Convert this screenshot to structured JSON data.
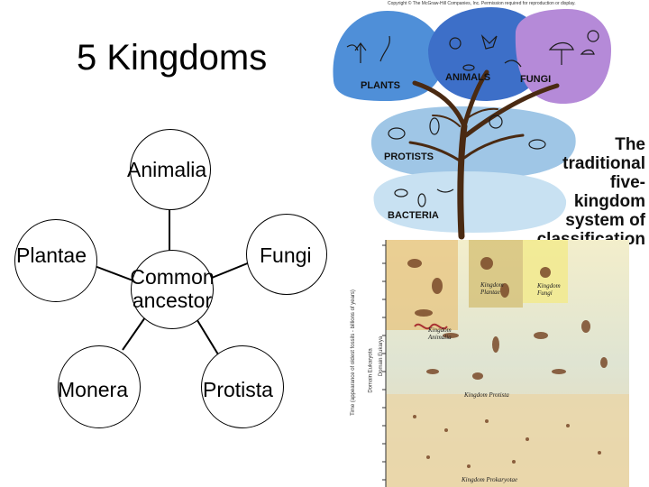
{
  "slide": {
    "title": "5 Kingdoms"
  },
  "diagram": {
    "nodes": {
      "animalia": "Animalia",
      "plantae": "Plantae",
      "fungi": "Fungi",
      "center": [
        "Common",
        "ancestor"
      ],
      "monera": "Monera",
      "protista": "Protista"
    }
  },
  "figure_top": {
    "copyright": "Copyright © The McGraw-Hill Companies, Inc. Permission required for reproduction or display.",
    "blobs": {
      "plants": "PLANTS",
      "animals": "ANIMALS",
      "fungi": "FUNGI",
      "protists": "PROTISTS",
      "bacteria": "BACTERIA"
    },
    "heading": [
      "The",
      "traditional",
      "five-",
      "kingdom",
      "system of",
      "classification"
    ]
  },
  "figure_bottom": {
    "axis_label": "Time (appearance of oldest fossils - billions of years)",
    "kingdom_plantae": [
      "Kingdom",
      "Plantae"
    ],
    "kingdom_fungi": [
      "Kingdom",
      "Fungi"
    ],
    "kingdom_animalia": [
      "Kingdom",
      "Animalia"
    ],
    "kingdom_protista": "Kingdom Protista",
    "kingdom_prokaryotae": "Kingdom Prokaryotae",
    "domain_eukaryota": "Domain Eukaryota",
    "domain_eukarya": "Domain Eukarya"
  },
  "colors": {
    "plants_blob": "#4f8fd8",
    "animals_blob": "#3d6fc8",
    "fungi_blob": "#b58ad8",
    "protists_blob": "#9fc6e6",
    "bacteria_blob": "#c8e1f2",
    "trunk": "#4a2a12"
  }
}
